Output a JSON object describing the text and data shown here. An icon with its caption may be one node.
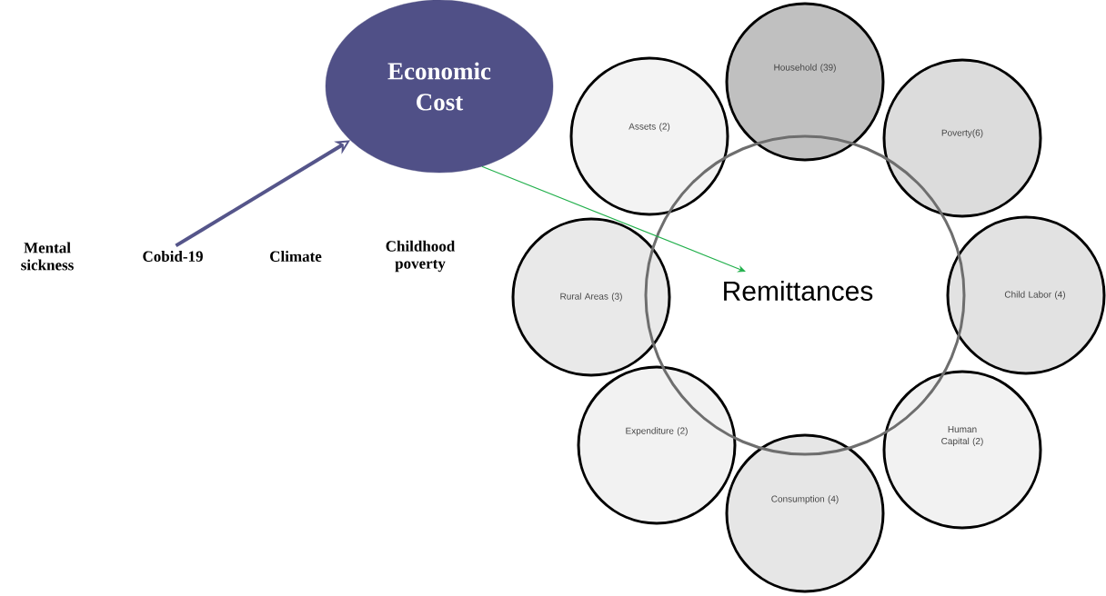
{
  "diagram": {
    "nodes": [
      {
        "text": [
          "Economic Cost"
        ]
      },
      {
        "text": [
          "Mental sickness"
        ]
      },
      {
        "text": [
          "Cobid-19"
        ]
      },
      {
        "text": [
          "Climate"
        ]
      },
      {
        "text": [
          "Childhood poverty"
        ]
      },
      {
        "text": [
          "Remittances"
        ]
      },
      {
        "text": [
          "Household (39)"
        ]
      },
      {
        "text": [
          "Poverty(6)"
        ]
      },
      {
        "text": [
          "Child Labor (4)"
        ]
      },
      {
        "text": [
          "Human Capital (2)"
        ]
      },
      {
        "text": [
          "Consumption (4)"
        ]
      },
      {
        "text": [
          "Expenditure (2)"
        ]
      },
      {
        "text": [
          "Rural Areas (3)"
        ]
      },
      {
        "text": [
          "Assets (2)"
        ]
      }
    ],
    "edges": [
      {
        "from": 2,
        "to": 0,
        "arrow": "to",
        "style": "thick",
        "color": "#55558a"
      },
      {
        "from": 0,
        "to": 5,
        "arrow": "to",
        "color": "#22b04c"
      }
    ]
  }
}
